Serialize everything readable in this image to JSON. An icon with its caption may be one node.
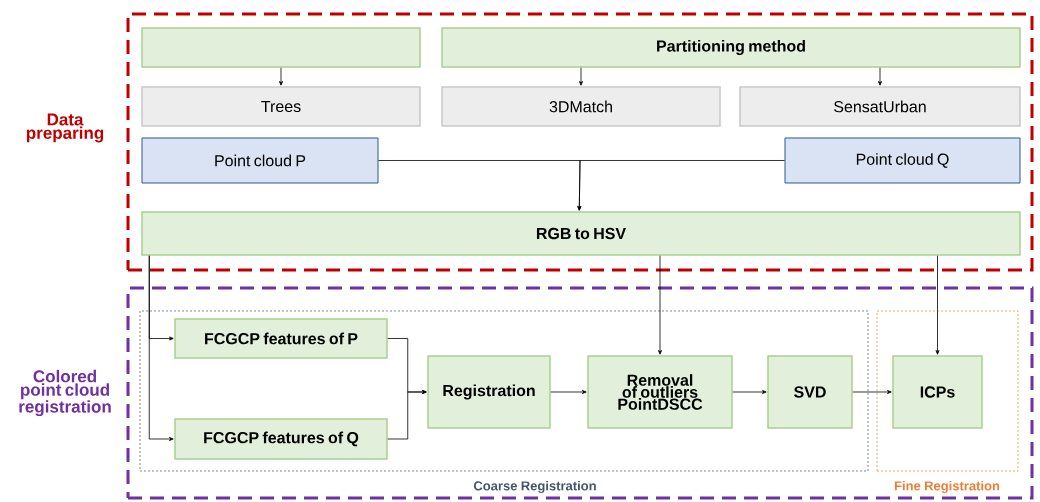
{
  "diagram": {
    "nodes": [
      {
        "text": [
          "Data preparing"
        ]
      },
      {
        "text": [],
        "shape": "box",
        "in": 0
      },
      {
        "text": [
          "Partitioning method"
        ],
        "in": 0
      },
      {
        "text": [
          "Trees"
        ],
        "in": 0
      },
      {
        "text": [
          "3DMatch"
        ],
        "in": 0
      },
      {
        "text": [
          "SensatUrban"
        ],
        "in": 0
      },
      {
        "text": [
          "Point cloud P"
        ],
        "in": 0
      },
      {
        "text": [
          "Point cloud Q"
        ],
        "in": 0
      },
      {
        "text": [
          "RGB to HSV"
        ],
        "in": 0
      },
      {
        "text": [
          "Colored point cloud registration"
        ]
      },
      {
        "text": [
          "Coarse Registration"
        ],
        "in": 9
      },
      {
        "text": [
          "FCGCP features of P"
        ],
        "in": 10
      },
      {
        "text": [
          "FCGCP features of Q"
        ],
        "in": 10
      },
      {
        "text": [
          "Registration"
        ],
        "in": 10
      },
      {
        "text": [
          "Removal of outliers PointDSCC"
        ],
        "in": 10
      },
      {
        "text": [
          "SVD"
        ],
        "in": 10
      },
      {
        "text": [
          "Fine Registration"
        ],
        "in": 9
      },
      {
        "text": [
          "ICPs"
        ],
        "in": 16
      }
    ],
    "edges": [
      {
        "from": 1,
        "to": 3,
        "arrow": "to"
      },
      {
        "from": 2,
        "to": 4,
        "arrow": "to"
      },
      {
        "from": 2,
        "to": 5,
        "arrow": "to"
      },
      {
        "from": 6,
        "to": 8,
        "arrow": "to"
      },
      {
        "from": 7,
        "to": 8,
        "arrow": "to"
      },
      {
        "from": 8,
        "to": 11,
        "arrow": "to"
      },
      {
        "from": 8,
        "to": 12,
        "arrow": "to"
      },
      {
        "from": 8,
        "to": 14,
        "arrow": "to"
      },
      {
        "from": 8,
        "to": 17,
        "arrow": "to"
      },
      {
        "from": 11,
        "to": 13,
        "arrow": "to"
      },
      {
        "from": 12,
        "to": 13,
        "arrow": "to"
      },
      {
        "from": 13,
        "to": 14,
        "arrow": "to"
      },
      {
        "from": 14,
        "to": 15,
        "arrow": "to"
      },
      {
        "from": 15,
        "to": 17,
        "arrow": "to"
      }
    ]
  }
}
